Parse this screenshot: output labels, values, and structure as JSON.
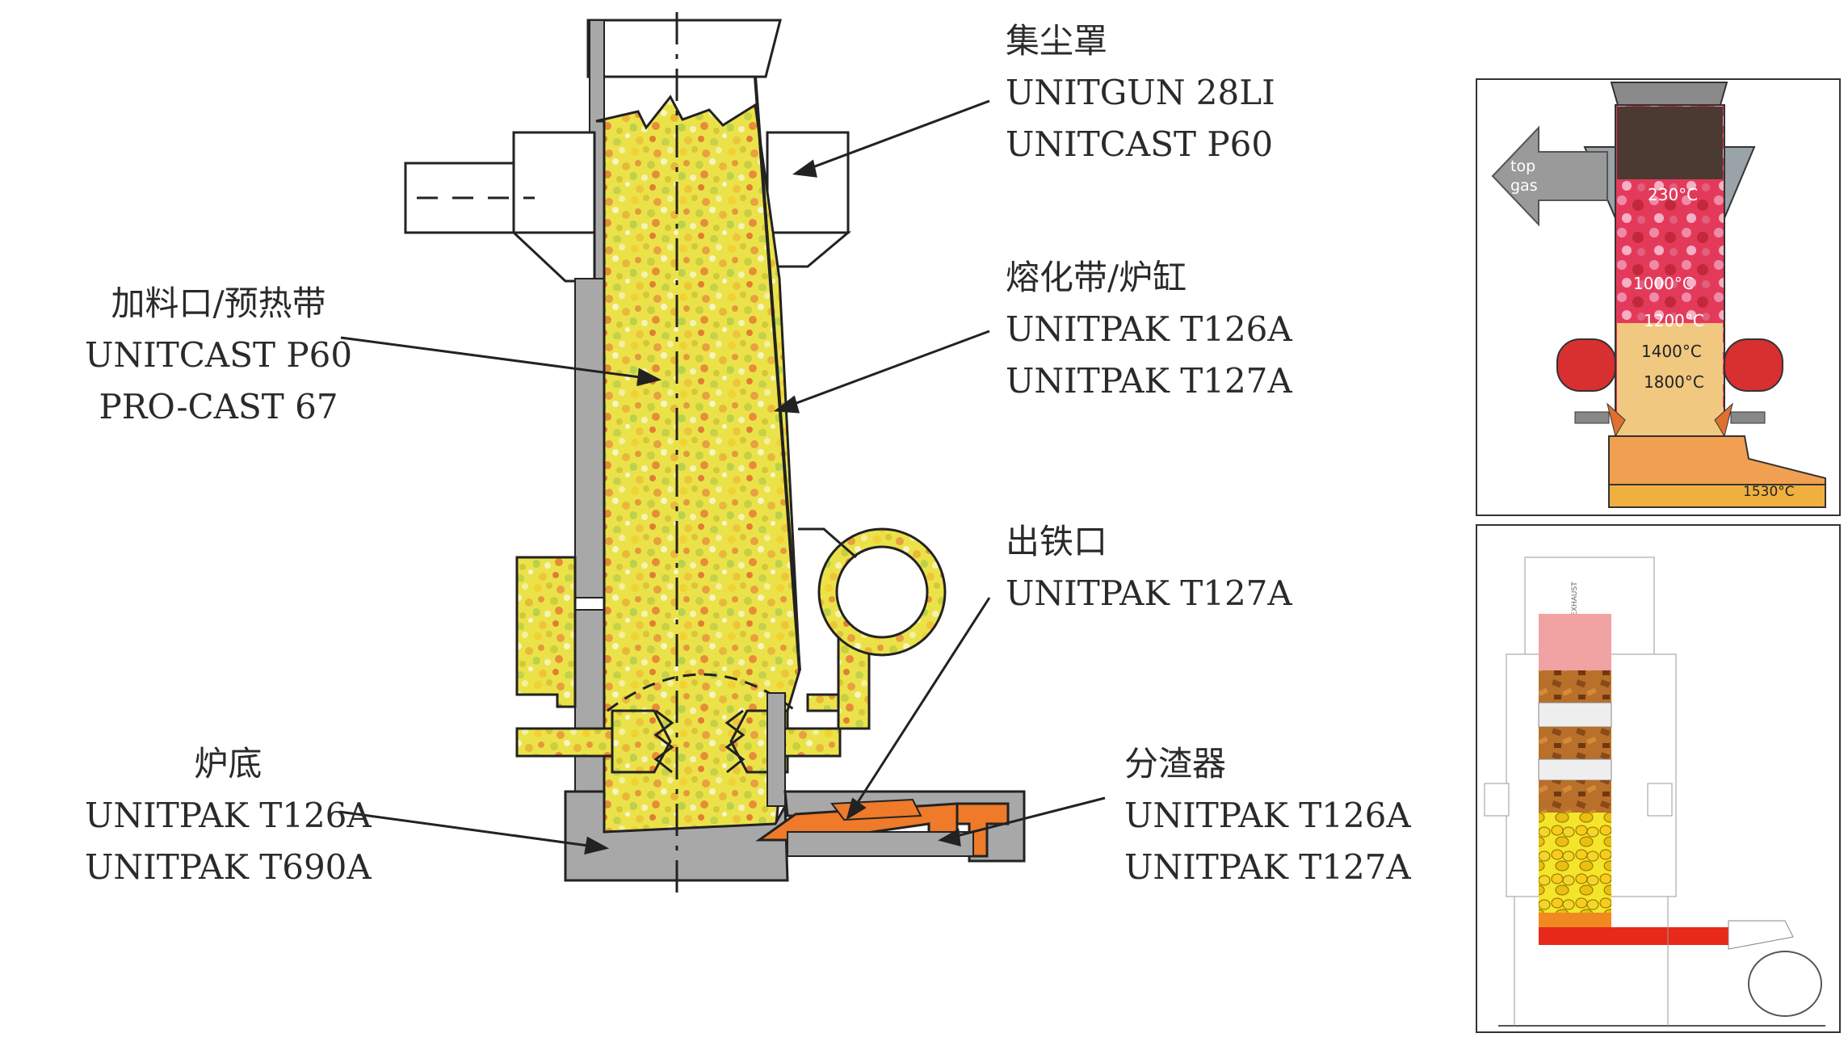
{
  "labels": {
    "top_hood": {
      "title": "集尘罩",
      "lines": [
        "UNITGUN 28LI",
        "UNITCAST P60"
      ]
    },
    "charging": {
      "title": "加料口/预热带",
      "lines": [
        "UNITCAST P60",
        "PRO-CAST 67"
      ]
    },
    "melting": {
      "title": "熔化带/炉缸",
      "lines": [
        "UNITPAK T126A",
        "UNITPAK T127A"
      ]
    },
    "taphole": {
      "title": "出铁口",
      "lines": [
        "UNITPAK T127A"
      ]
    },
    "bottom": {
      "title": "炉底",
      "lines": [
        "UNITPAK T126A",
        "UNITPAK T690A"
      ]
    },
    "separator": {
      "title": "分渣器",
      "lines": [
        "UNITPAK T126A",
        "UNITPAK T127A"
      ]
    }
  },
  "thermal_inset": {
    "arrow_text": [
      "top",
      "gas"
    ],
    "temps": [
      "230°C",
      "1000°C",
      "1200°C",
      "1400°C",
      "1800°C",
      "1530°C"
    ]
  },
  "layer_inset": {
    "vertical_text": "GAS TO EXHAUST"
  },
  "colors": {
    "refractory_gray": "#a8a8a8",
    "charge_yellow": "#e9e04a",
    "slag_orange": "#ee7a2a",
    "ring_yellow": "#f0ea3a",
    "outline": "#222222"
  }
}
